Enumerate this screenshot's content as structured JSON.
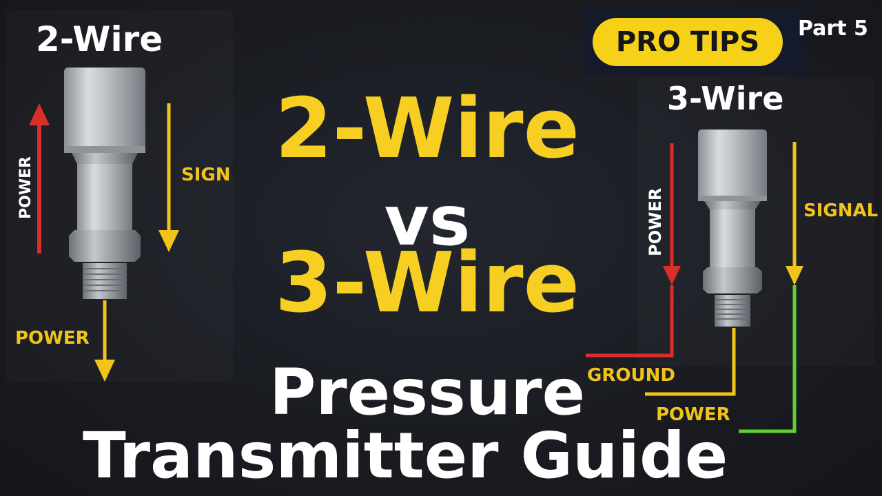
{
  "badge": {
    "label": "PRO TIPS",
    "part": "Part 5"
  },
  "left_diagram": {
    "title": "2-Wire",
    "label_power_vertical": "POWER",
    "label_signal": "SIGN",
    "label_power_bottom": "POWER"
  },
  "right_diagram": {
    "title": "3-Wire",
    "label_power_vertical": "POWER",
    "label_signal": "SIGNAL",
    "label_ground": "GROUND",
    "label_power": "POWER"
  },
  "headline": {
    "line1": "2-Wire",
    "line2": "vs",
    "line3": "3-Wire",
    "line4": "Pressure",
    "line5": "Transmitter Guide"
  },
  "colors": {
    "accent_yellow": "#f7cf23",
    "power_red": "#d92f2a",
    "signal_yellow": "#f2c41a",
    "signal_green": "#5fd12e",
    "background": "#1b1e25"
  },
  "icons": {
    "transmitter": "pressure-transmitter-icon"
  }
}
